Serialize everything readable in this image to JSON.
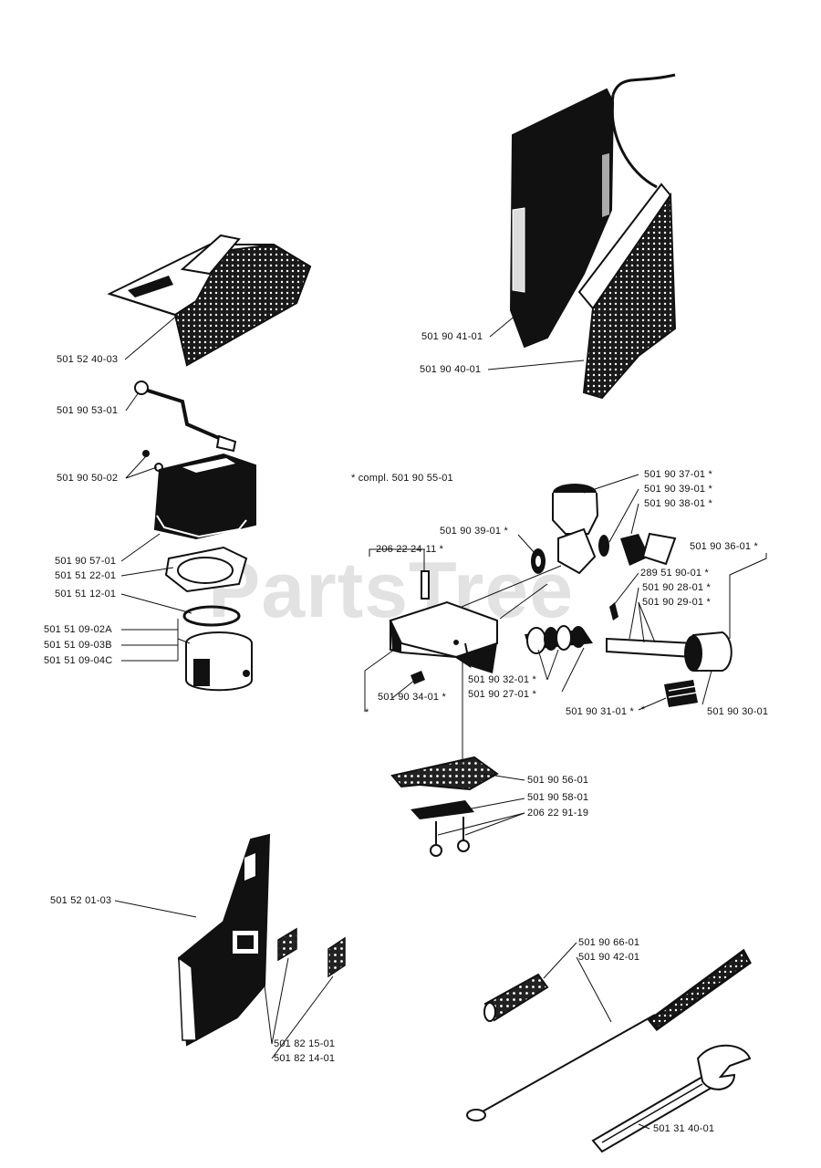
{
  "diagram": {
    "note": "* compl. 501 90 55-01",
    "watermark": "PartsTree",
    "labels": {
      "cover": "501 52 40-03",
      "air_filter_cover": "501 90 41-01",
      "air_filter": "501 90 40-01",
      "fuel_line": "501 90 53-01",
      "nut": "501 90 50-02",
      "cylinder": "501 90 57-01",
      "gasket": "501 51 22-01",
      "ring": "501 51 12-01",
      "piston_a": "501 51 09-02A",
      "piston_b": "501 51 09-03B",
      "piston_c": "501 51 09-04C",
      "screw_top": "206 22 24-11 *",
      "washer_left": "501 90 39-01 *",
      "fitting": "501 90 37-01 *",
      "washer_right": "501 90 39-01 *",
      "bolt": "501 90 38-01 *",
      "assembly": "501 90 36-01 *",
      "oring": "289 51 90-01 *",
      "seal_a": "501 90 28-01 *",
      "seal_b": "501 90 29-01 *",
      "plug": "501 90 34-01 *",
      "valve_a": "501 90 32-01 *",
      "valve_b": "501 90 27-01 *",
      "spring": "501 90 31-01 *",
      "cap": "501 90 30-01",
      "plate": "501 90 56-01",
      "bracket": "501 90 58-01",
      "screws": "206 22 91-19",
      "side_cover": "501 52 01-03",
      "filter_a": "501 82 15-01",
      "filter_b": "501 82 14-01",
      "sleeve": "501 90 66-01",
      "brush": "501 90 42-01",
      "wrench": "501 31 40-01"
    }
  }
}
